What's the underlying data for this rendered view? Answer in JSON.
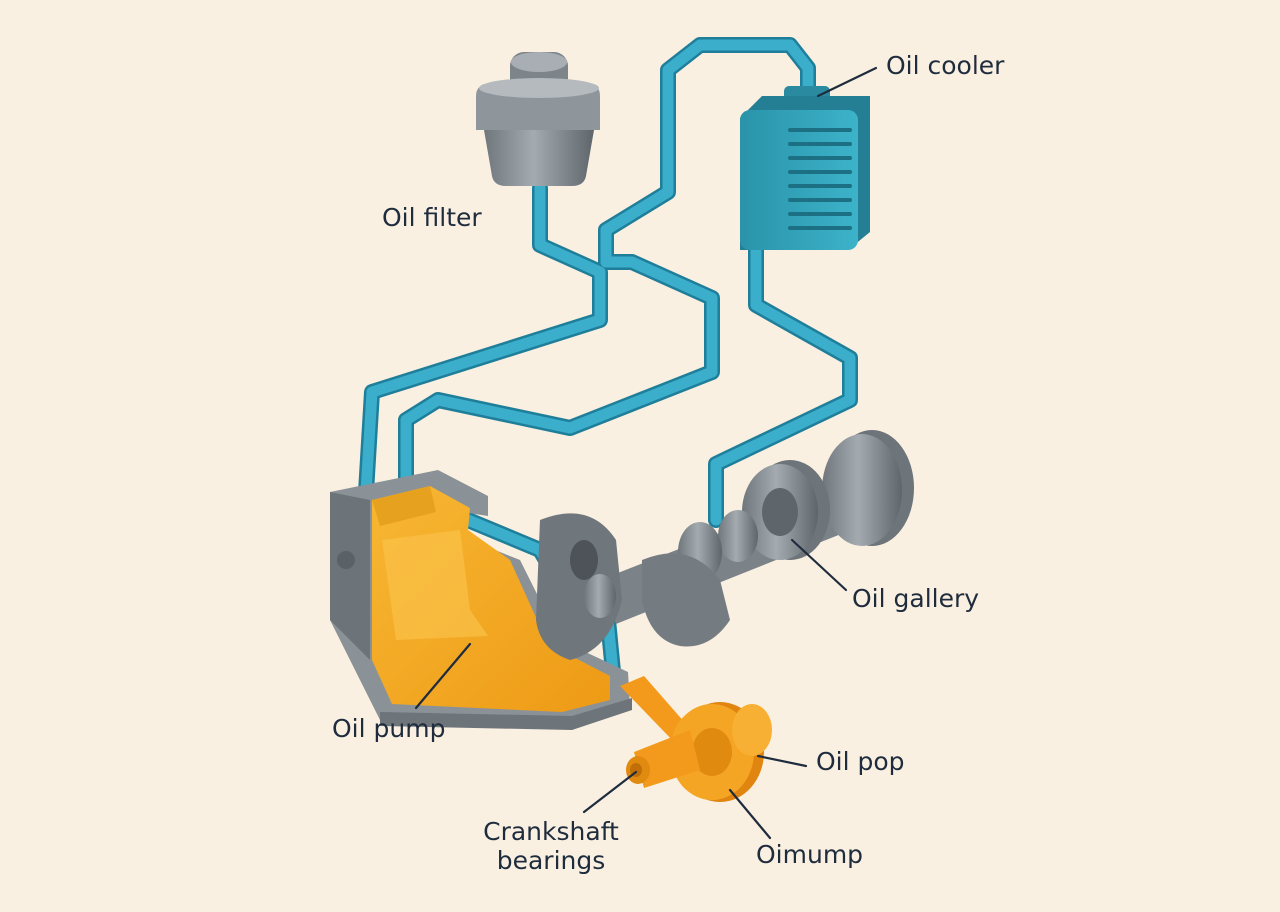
{
  "labels": {
    "oil_cooler": "Oil cooler",
    "oil_filter": "Oil filter",
    "oil_gallery": "Oil gallery",
    "oil_pump": "Oil pump",
    "oil_pop": "Oil pop",
    "crankshaft_line1": "Crankshaft",
    "crankshaft_line2": "bearings",
    "oimump": "Oimump"
  },
  "colors": {
    "background": "#faf0e1",
    "pipe": "#3aaecb",
    "pipe_dark": "#1f7e99",
    "oil": "#f5a623",
    "oil_dark": "#e08a10",
    "metal": "#8c9399",
    "metal_dark": "#5e656b",
    "cooler": "#2f9fb6",
    "pump_orange": "#f39a1c",
    "text": "#1f2c3d"
  }
}
